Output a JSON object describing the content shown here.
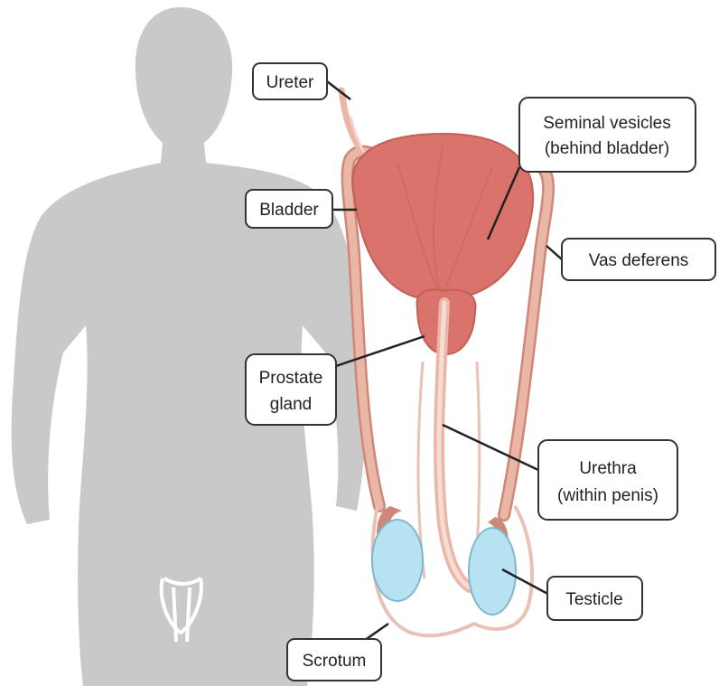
{
  "labels": {
    "ureter": "Ureter",
    "seminal_vesicles_line1": "Seminal vesicles",
    "seminal_vesicles_line2": "(behind bladder)",
    "bladder": "Bladder",
    "vas_deferens": "Vas deferens",
    "prostate_line1": "Prostate",
    "prostate_line2": "gland",
    "urethra_line1": "Urethra",
    "urethra_line2": "(within penis)",
    "testicle": "Testicle",
    "scrotum": "Scrotum"
  },
  "colors": {
    "silhouette": "#c9c9c9",
    "bladder": "#d9736b",
    "bladder_dark": "#c25f58",
    "duct": "#eab7a6",
    "duct_outline": "#cf8877",
    "testicle": "#b7e2f2",
    "testicle_outline": "#7fb8cf",
    "label_border": "#333333",
    "leader": "#222222"
  }
}
